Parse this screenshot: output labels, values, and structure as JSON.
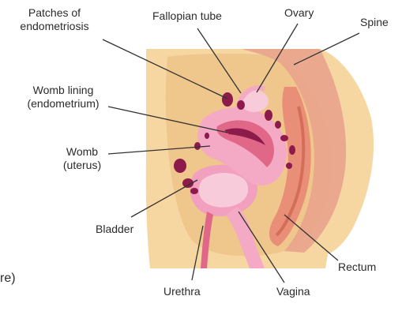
{
  "labels": {
    "patches": [
      "Patches of",
      "endometriosis"
    ],
    "fallopian": "Fallopian tube",
    "ovary": "Ovary",
    "spine": "Spine",
    "womb_lining": [
      "Womb lining",
      "(endometrium)"
    ],
    "womb": [
      "Womb",
      "(uterus)"
    ],
    "bladder": "Bladder",
    "rectum": "Rectum",
    "urethra": "Urethra",
    "vagina": "Vagina",
    "edge_fragment": "re)"
  },
  "colors": {
    "skin": "#f6d7a2",
    "skin_dark": "#eab878",
    "spine": "#e9a38c",
    "pink": "#f4a9c4",
    "light_pink": "#f8cbdb",
    "rose": "#e06787",
    "lesion": "#8c1a4a",
    "bladder_wall": "#f1a0bf",
    "rectum": "#e98f78",
    "leader": "#333333"
  }
}
